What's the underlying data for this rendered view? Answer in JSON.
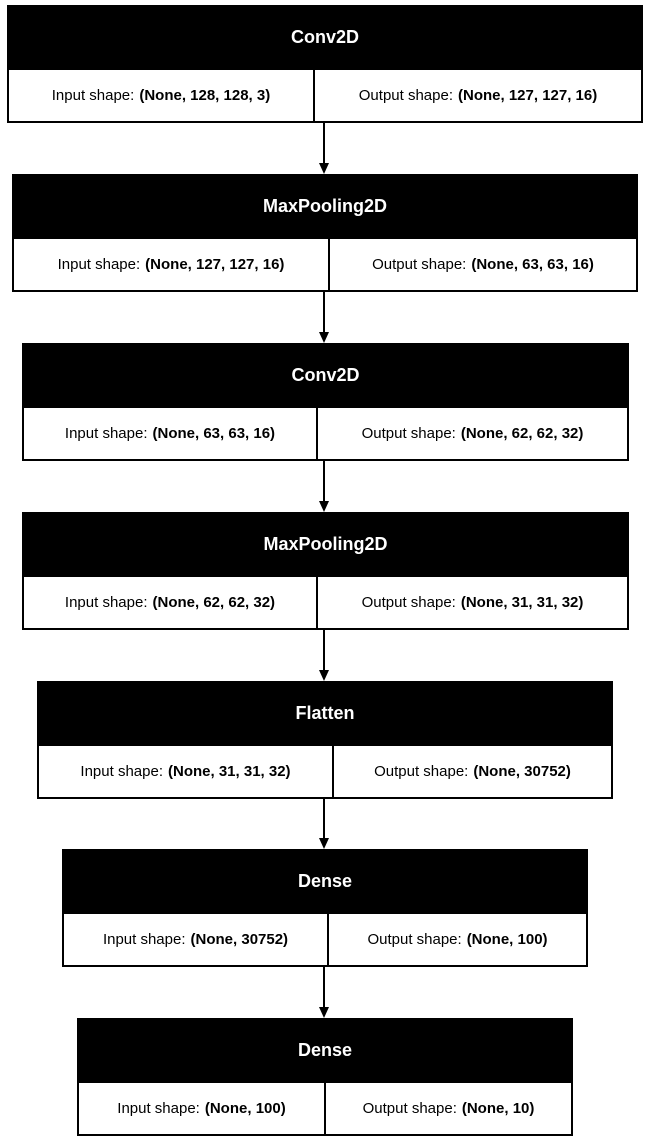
{
  "input_label": "Input shape:",
  "output_label": "Output shape:",
  "layers": [
    {
      "name": "Conv2D",
      "input": "(None, 128, 128, 3)",
      "output": "(None, 127, 127, 16)"
    },
    {
      "name": "MaxPooling2D",
      "input": "(None, 127, 127, 16)",
      "output": "(None, 63, 63, 16)"
    },
    {
      "name": "Conv2D",
      "input": "(None, 63, 63, 16)",
      "output": "(None, 62, 62, 32)"
    },
    {
      "name": "MaxPooling2D",
      "input": "(None, 62, 62, 32)",
      "output": "(None, 31, 31, 32)"
    },
    {
      "name": "Flatten",
      "input": "(None, 31, 31, 32)",
      "output": "(None, 30752)"
    },
    {
      "name": "Dense",
      "input": "(None, 30752)",
      "output": "(None, 100)"
    },
    {
      "name": "Dense",
      "input": "(None, 100)",
      "output": "(None, 10)"
    }
  ]
}
